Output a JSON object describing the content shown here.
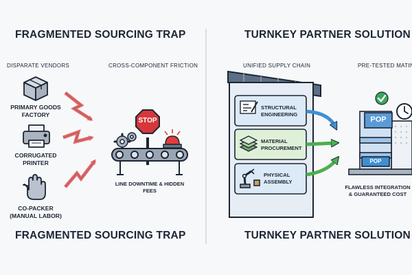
{
  "left": {
    "title_top": "FRAGMENTED SOURCING TRAP",
    "title_bottom": "FRAGMENTED SOURCING TRAP",
    "col1_header": "DISPARATE VENDORS",
    "col2_header": "CROSS-COMPONENT FRICTION",
    "vendors": [
      {
        "label": "PRIMARY GOODS FACTORY",
        "icon": "cardboard-box-icon"
      },
      {
        "label": "CORRUGATED PRINTER",
        "icon": "printer-icon"
      },
      {
        "label": "CO-PACKER (MANUAL LABOR)",
        "icon": "hand-icon"
      }
    ],
    "stop_sign": "STOP",
    "result": "LINE DOWNTIME & HIDDEN FEES"
  },
  "right": {
    "title_top": "TURNKEY PARTNER SOLUTION",
    "title_bottom": "TURNKEY PARTNER SOLUTION",
    "col1_header": "UNIFIED SUPPLY CHAIN",
    "col2_header": "PRE-TESTED MATING",
    "steps": [
      {
        "label": "STRUCTURAL ENGINEERING",
        "icon": "blueprint-icon"
      },
      {
        "label": "MATERIAL PROCUREMENT",
        "icon": "material-stack-icon"
      },
      {
        "label": "PHYSICAL ASSEMBLY",
        "icon": "robot-arm-icon"
      }
    ],
    "display_top": "POP",
    "display_bottom": "POP",
    "result": "FLAWLESS INTEGRATION & GUARANTEED COST"
  },
  "colors": {
    "ink": "#1c2533",
    "friction_red": "#e36a6a",
    "stop_red": "#d6373a",
    "box_blue": "#dce9f6",
    "box_green": "#dff0d8",
    "arrow_blue": "#3f8fd2",
    "arrow_green": "#4caf50",
    "check_green": "#3aa65b"
  }
}
